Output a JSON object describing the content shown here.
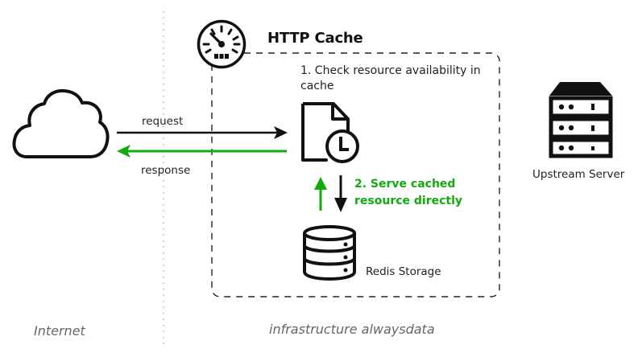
{
  "diagram": {
    "title": "HTTP Cache",
    "steps": {
      "check": "1. Check resource availability in cache",
      "serve": "2. Serve cached resource directly"
    },
    "arrows": {
      "request_label": "request",
      "response_label": "response"
    },
    "nodes": {
      "client": "cloud-icon",
      "cache_entry": "document-clock-icon",
      "storage_label": "Redis Storage",
      "upstream_label": "Upstream Server"
    },
    "zones": {
      "left": "Internet",
      "right": "infrastructure alwaysdata"
    },
    "colors": {
      "stroke": "#111111",
      "highlight_green": "#11aa11",
      "zone_text": "#666666",
      "separator": "#aaaaaa"
    }
  }
}
